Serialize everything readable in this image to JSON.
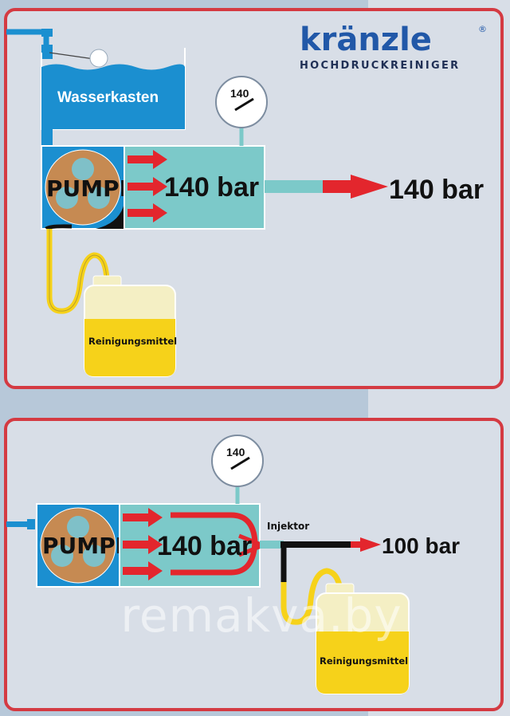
{
  "brand": {
    "logo": "kränzle",
    "tagline": "HOCHDRUCKREINIGER",
    "registered": "®"
  },
  "top_panel": {
    "tank_label": "Wasserkasten",
    "pump_label": "PUMPE",
    "gauge_value": "140",
    "chamber_pressure": "140 bar",
    "outlet_pressure": "140 bar",
    "canister_label": "Reinigungsmittel"
  },
  "bottom_panel": {
    "pump_label": "PUMPE",
    "gauge_value": "140",
    "chamber_pressure": "140 bar",
    "injector_label": "Injektor",
    "outlet_pressure": "100 bar",
    "canister_label": "Reinigungsmittel"
  },
  "watermark": "remakva.by",
  "colors": {
    "panel_border": "#d43a42",
    "water_blue": "#1b8fd0",
    "chamber_teal": "#7cc9c9",
    "arrow_red": "#e3262d",
    "detergent_yellow": "#f6d21a",
    "pipe_black": "#111111"
  }
}
